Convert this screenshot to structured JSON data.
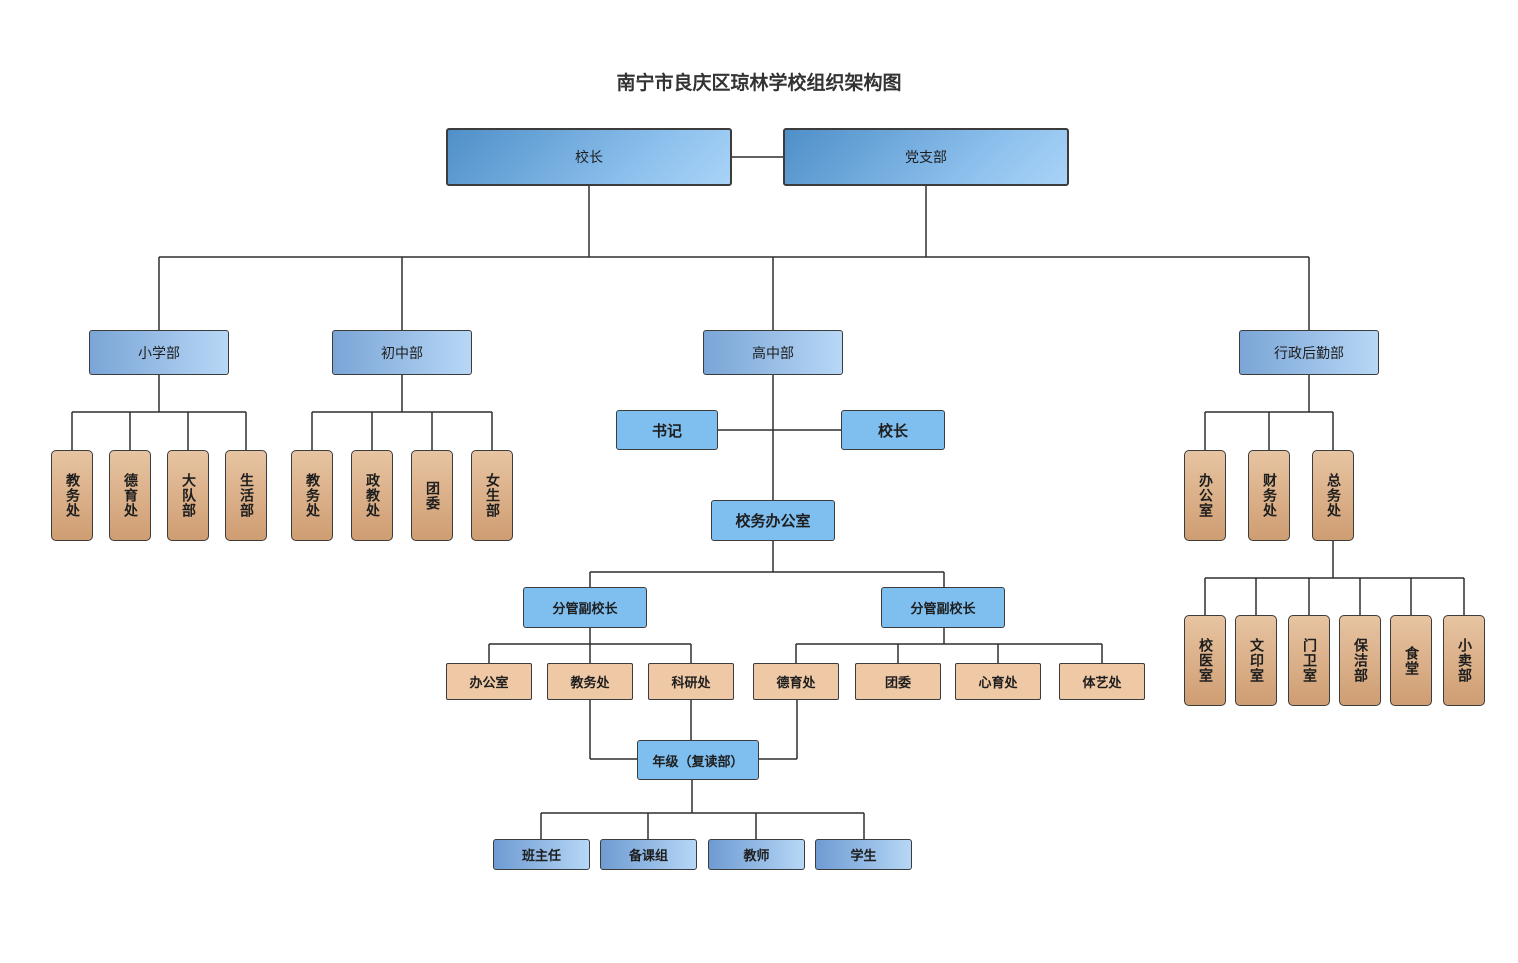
{
  "title": "南宁市良庆区琼林学校组织架构图",
  "top": {
    "principal": "校长",
    "party_branch": "党支部"
  },
  "divisions": {
    "primary": "小学部",
    "junior": "初中部",
    "senior": "高中部",
    "admin": "行政后勤部"
  },
  "primary_units": [
    "教务处",
    "德育处",
    "大队部",
    "生活部"
  ],
  "junior_units": [
    "教务处",
    "政教处",
    "团委",
    "女生部"
  ],
  "senior": {
    "secretary": "书记",
    "principal": "校长",
    "office": "校务办公室",
    "vp_left": "分管副校长",
    "vp_right": "分管副校长",
    "left_depts": [
      "办公室",
      "教务处",
      "科研处"
    ],
    "right_depts": [
      "德育处",
      "团委",
      "心育处",
      "体艺处"
    ],
    "grade": "年级（复读部）",
    "grade_units": [
      "班主任",
      "备课组",
      "教师",
      "学生"
    ]
  },
  "admin_units": [
    "办公室",
    "财务处",
    "总务处"
  ],
  "general_affairs_units": [
    "校医室",
    "文印室",
    "门卫室",
    "保洁部",
    "食堂",
    "小卖部"
  ],
  "colors": {
    "line": "#2f2f2f",
    "blue_dark": "#4f8fc8",
    "blue_light": "#a9d3f7",
    "blue_flat": "#7fbff0",
    "tan_light": "#e7c4a2",
    "tan_dark": "#cf9d72"
  }
}
